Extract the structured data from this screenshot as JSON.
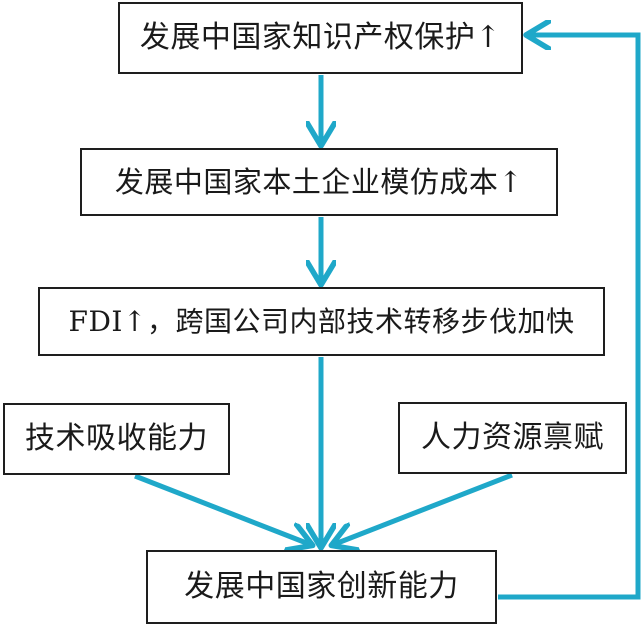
{
  "diagram": {
    "accent_color": "#1fa8c9",
    "nodes": {
      "ipr": "发展中国家知识产权保护↑",
      "imitation_cost": "发展中国家本土企业模仿成本↑",
      "fdi": "FDI↑，跨国公司内部技术转移步伐加快",
      "absorptive": "技术吸收能力",
      "human_resources": "人力资源禀赋",
      "innovation": "发展中国家创新能力"
    }
  }
}
